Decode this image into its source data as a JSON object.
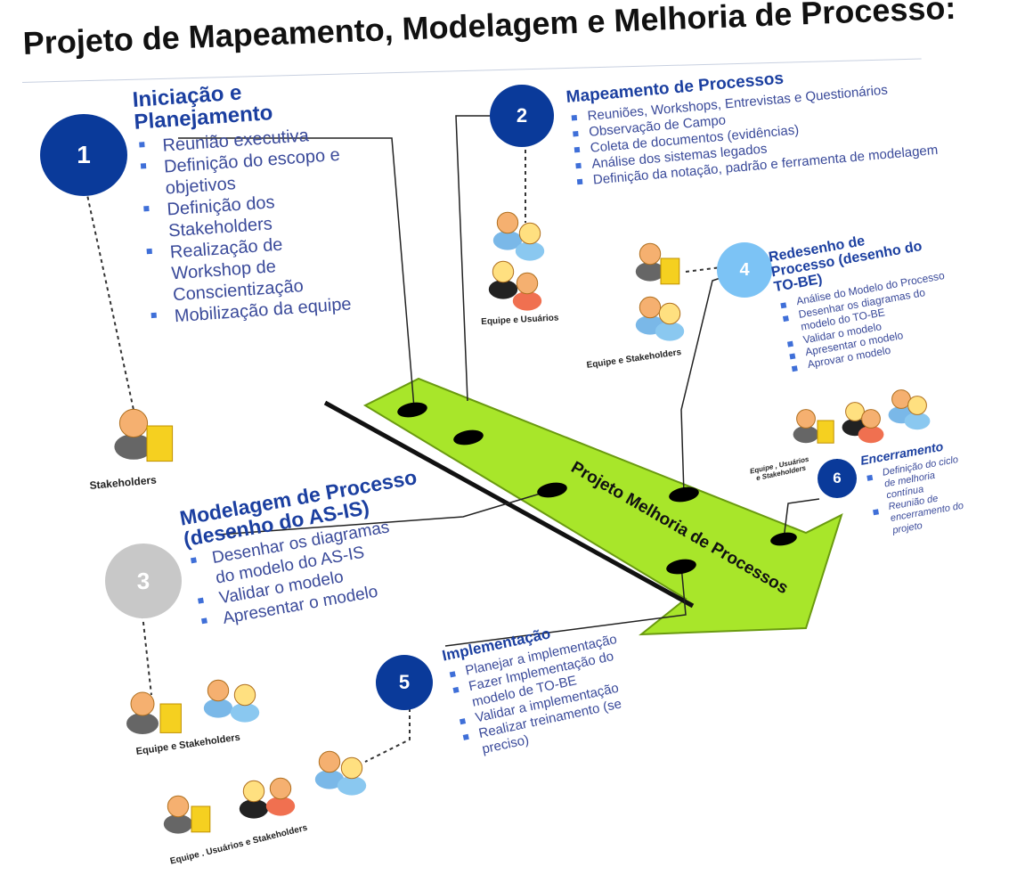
{
  "title": "Projeto de Mapeamento, Modelagem e Melhoria de Processo:",
  "arrow_label": "Projeto Melhoria de Processos",
  "colors": {
    "dark_blue": "#0a3a9a",
    "light_blue": "#7cc3f5",
    "gray": "#c8c8c8",
    "arrow_green": "#a8e62a"
  },
  "steps": [
    {
      "number": "1",
      "title": "Iniciação  e Planejamento",
      "items": [
        "Reunião executiva",
        "Definição do escopo e objetivos",
        "Definição dos Stakeholders",
        "Realização de Workshop  de Conscientização",
        "Mobilização da equipe"
      ],
      "people_label": "Stakeholders"
    },
    {
      "number": "2",
      "title": "Mapeamento de Processos",
      "items": [
        "Reuniões, Workshops, Entrevistas e Questionários",
        "Observação de Campo",
        "Coleta de documentos (evidências)",
        "Análise dos sistemas legados",
        "Definição da notação, padrão e ferramenta de modelagem"
      ],
      "people_label": "Equipe e  Usuários"
    },
    {
      "number": "3",
      "title": "Modelagem  de Processo (desenho do AS-IS)",
      "items": [
        "Desenhar os diagramas do modelo do AS-IS",
        "Validar o modelo",
        "Apresentar o modelo"
      ],
      "people_label": "Equipe e Stakeholders"
    },
    {
      "number": "4",
      "title": "Redesenho de Processo (desenho do TO-BE)",
      "items": [
        "Análise do Modelo do Processo",
        "Desenhar os diagramas do modelo do TO-BE",
        "Validar o modelo",
        "Apresentar o modelo",
        "Aprovar o modelo"
      ],
      "people_label": "Equipe e Stakeholders"
    },
    {
      "number": "5",
      "title": "Implementação",
      "items": [
        "Planejar a implementação",
        "Fazer Implementação do modelo de TO-BE",
        "Validar a implementação",
        "Realizar treinamento (se preciso)"
      ],
      "people_label": "Equipe . Usuários  e Stakeholders"
    },
    {
      "number": "6",
      "title": "Encerramento",
      "items": [
        "Definição do ciclo de melhoria contínua",
        "Reunião de encerramento do projeto"
      ],
      "people_label": "Equipe , Usuários e Stakeholders"
    }
  ]
}
